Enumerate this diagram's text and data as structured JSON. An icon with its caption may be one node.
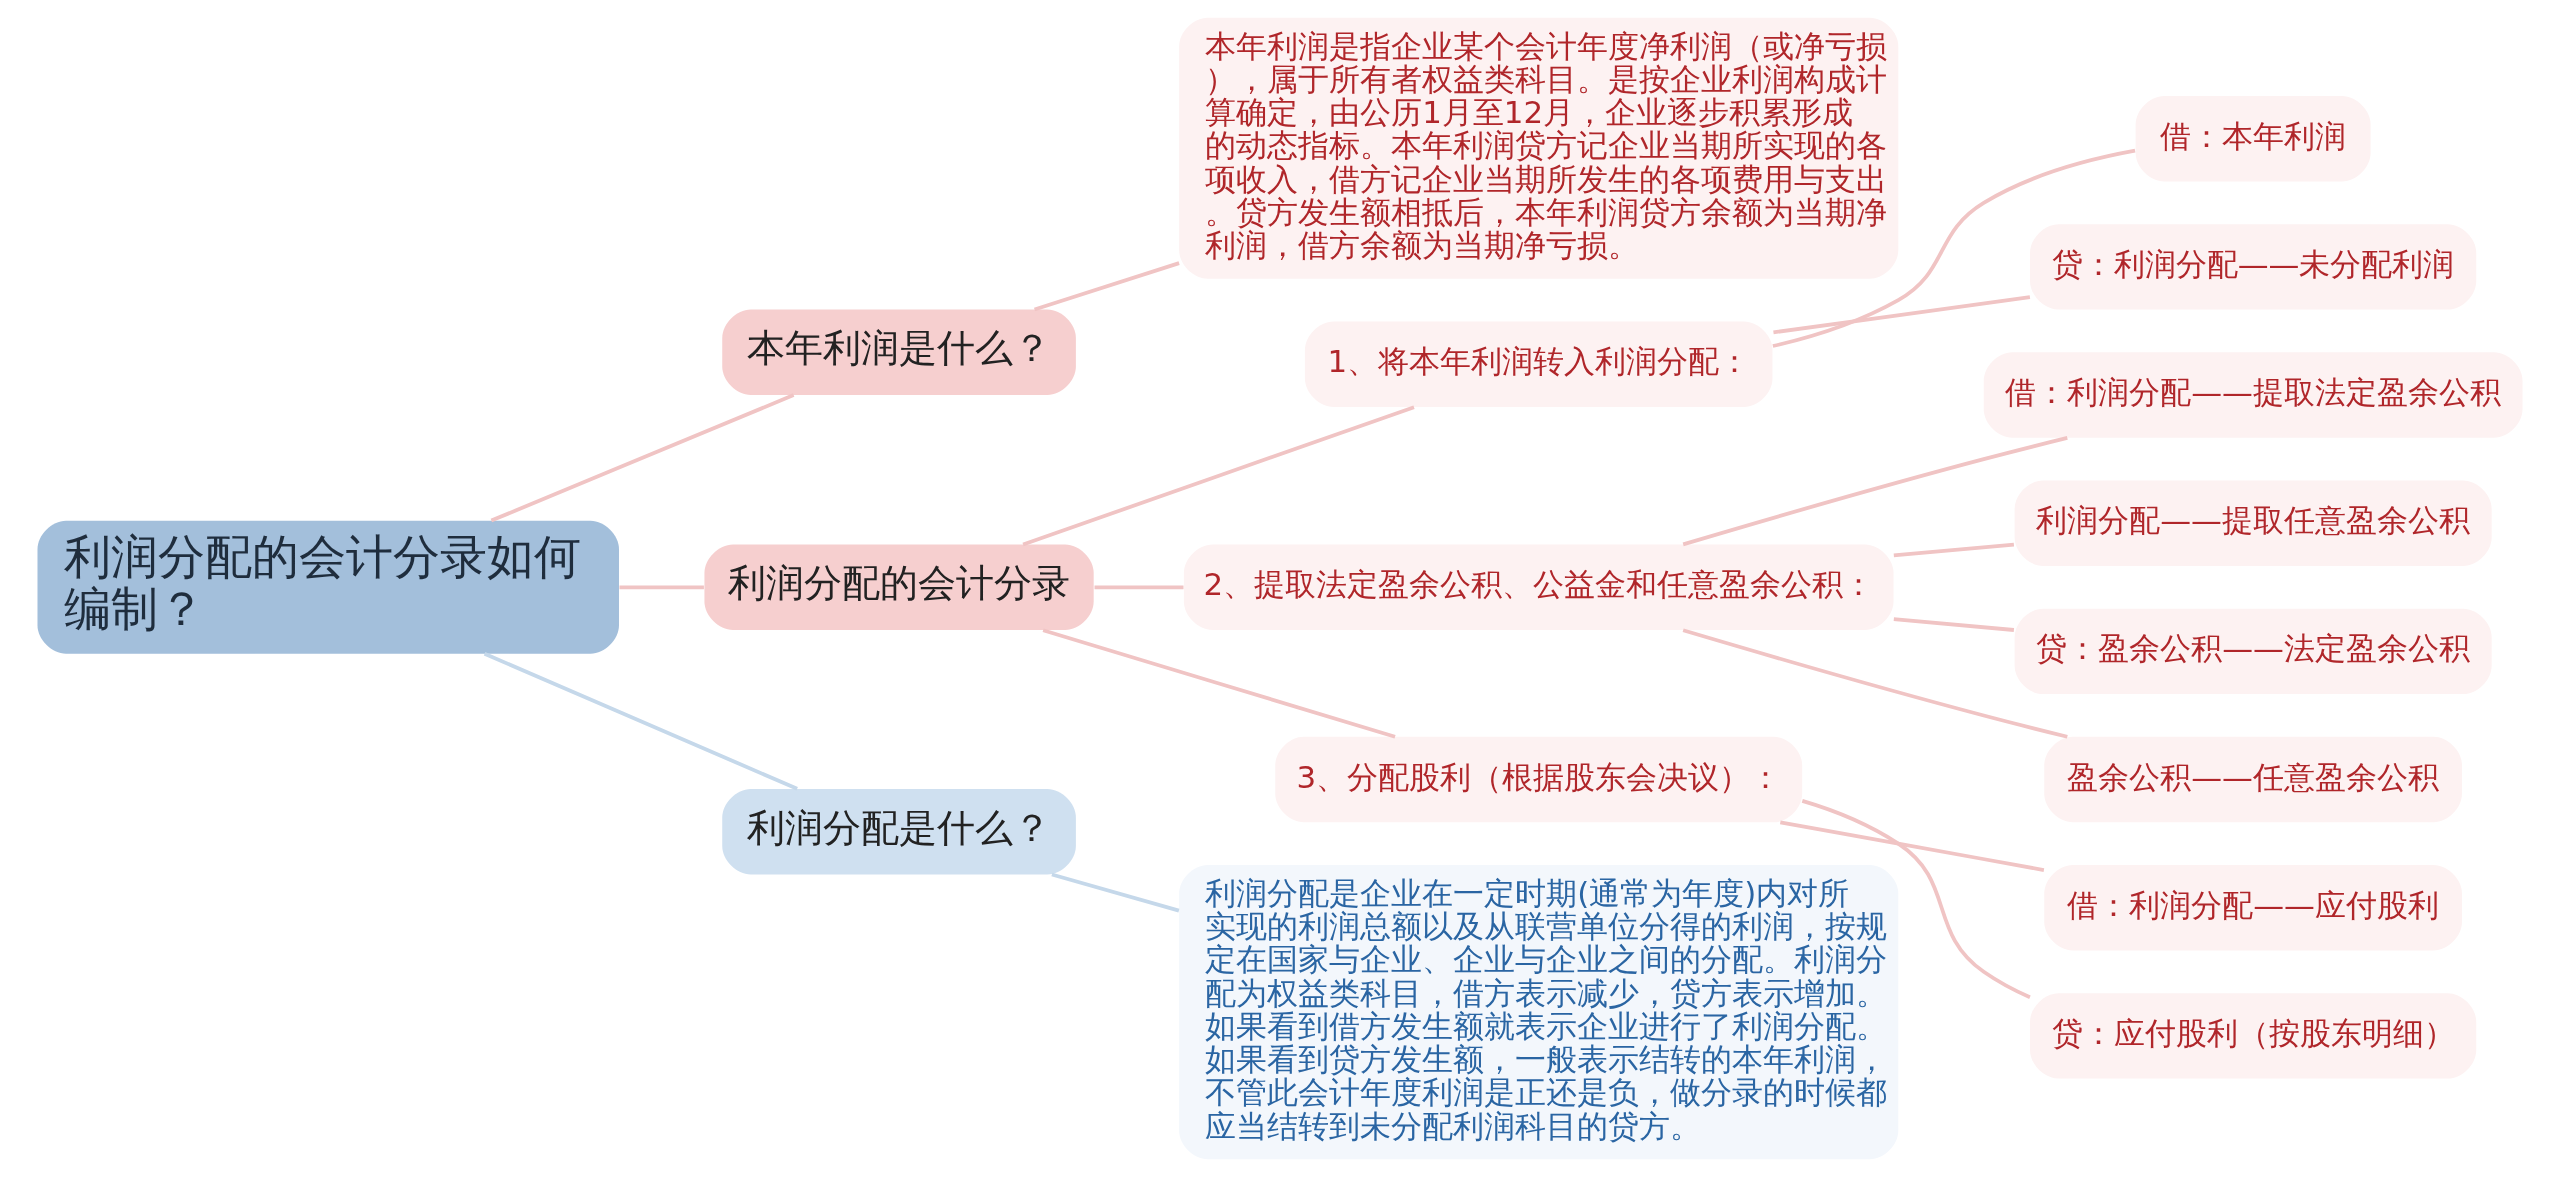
{
  "diagram": {
    "nodes": [
      {
        "text": [
          "利润分配的会计分录如何编制？"
        ]
      },
      {
        "text": [
          "本年利润是什么？"
        ]
      },
      {
        "text": [
          "本年利润是指企业某个会计年度净利润（或净亏损），属于所有者权益类科目。是按企业利润构成计算确定，由公历1月至12月，企业逐步积累形成的动态指标。本年利润贷方记企业当期所实现的各项收入，借方记企业当期所发生的各项费用与支出。贷方发生额相抵后，本年利润贷方余额为当期净利润，借方余额为当期净亏损。"
        ]
      },
      {
        "text": [
          "利润分配的会计分录"
        ]
      },
      {
        "text": [
          "1、将本年利润转入利润分配："
        ]
      },
      {
        "text": [
          "借：本年利润"
        ]
      },
      {
        "text": [
          "贷：利润分配——未分配利润"
        ]
      },
      {
        "text": [
          "2、提取法定盈余公积、公益金和任意盈余公积："
        ]
      },
      {
        "text": [
          "借：利润分配——提取法定盈余公积"
        ]
      },
      {
        "text": [
          "利润分配——提取任意盈余公积"
        ]
      },
      {
        "text": [
          "贷：盈余公积——法定盈余公积"
        ]
      },
      {
        "text": [
          "盈余公积——任意盈余公积"
        ]
      },
      {
        "text": [
          "3、分配股利（根据股东会决议）："
        ]
      },
      {
        "text": [
          "借：利润分配——应付股利"
        ]
      },
      {
        "text": [
          "贷：应付股利（按股东明细）"
        ]
      },
      {
        "text": [
          "利润分配是什么？"
        ]
      },
      {
        "text": [
          "利润分配是企业在一定时期(通常为年度)内对所实现的利润总额以及从联营单位分得的利润，按规定在国家与企业、企业与企业之间的分配。利润分配为权益类科目，借方表示减少，贷方表示增加。如果看到借方发生额就表示企业进行了利润分配。如果看到贷方发生额，一般表示结转的本年利润，不管此会计年度利润是正还是负，做分录的时候都应当结转到未分配利润科目的贷方。"
        ]
      }
    ],
    "edges": [
      {
        "from": 0,
        "to": 1,
        "arrow": "none"
      },
      {
        "from": 1,
        "to": 2,
        "arrow": "none"
      },
      {
        "from": 0,
        "to": 3,
        "arrow": "none"
      },
      {
        "from": 3,
        "to": 4,
        "arrow": "none"
      },
      {
        "from": 4,
        "to": 5,
        "arrow": "none"
      },
      {
        "from": 4,
        "to": 6,
        "arrow": "none"
      },
      {
        "from": 3,
        "to": 7,
        "arrow": "none"
      },
      {
        "from": 7,
        "to": 8,
        "arrow": "none"
      },
      {
        "from": 7,
        "to": 9,
        "arrow": "none"
      },
      {
        "from": 7,
        "to": 10,
        "arrow": "none"
      },
      {
        "from": 7,
        "to": 11,
        "arrow": "none"
      },
      {
        "from": 3,
        "to": 12,
        "arrow": "none"
      },
      {
        "from": 12,
        "to": 13,
        "arrow": "none"
      },
      {
        "from": 12,
        "to": 14,
        "arrow": "none"
      },
      {
        "from": 0,
        "to": 15,
        "arrow": "none",
        "color": "#c5d8ea"
      },
      {
        "from": 15,
        "to": 16,
        "arrow": "none",
        "color": "#c5d8ea"
      }
    ]
  }
}
